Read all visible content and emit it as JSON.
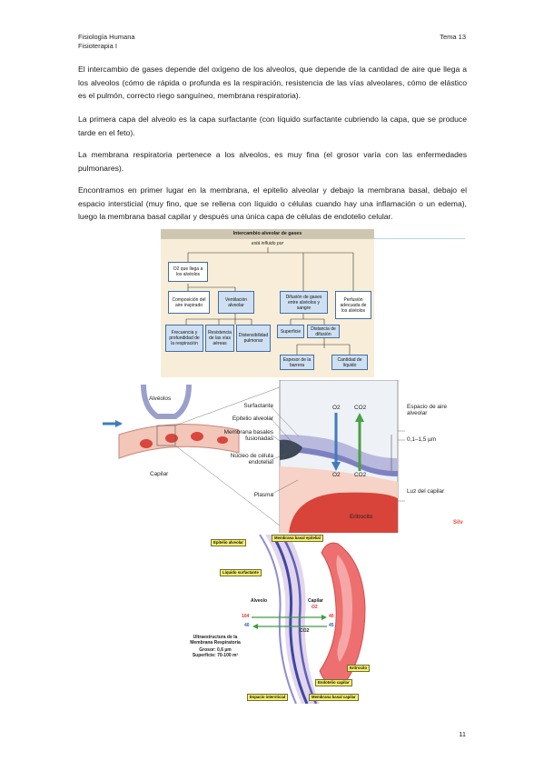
{
  "header": {
    "subject": "Fisiología Humana",
    "course": "Fisioterapia I",
    "topic": "Tema 13"
  },
  "paragraphs": [
    "El intercambio de gases depende del oxígeno de los alveolos, que depende de la cantidad de aire que llega a los alveolos (cómo de rápida o profunda es la respiración, resistencia de las vías alveolares, cómo de elástico es el pulmón, correcto riego sanguíneo, membrana respiratoria).",
    "La primera capa del alveolo es la capa surfactante (con líquido surfactante cubriendo la capa, que se produce tarde en el feto).",
    "La membrana respiratoria pertenece a los alveolos, es muy fina (el grosor varía con las enfermedades pulmonares).",
    "Encontramos en primer lugar en la membrana, el epitelio alveolar y debajo la membrana basal, debajo el espacio intersticial (muy fino, que se rellena con líquido o células cuando hay una inflamación o un edema), luego la membrana basal capilar y después una única capa de células de endotelio celular."
  ],
  "figure1": {
    "title": "Intercambio alveolar de gases",
    "subtitle": "está influido por",
    "boxes": {
      "o2": "O2 que llega a los alvéolos",
      "composicion": "Composición del aire inspirado",
      "ventilacion": "Ventilación alveolar",
      "frecuencia": "Frecuencia y profundidad de la respiración",
      "resistencia": "Resistencia de las vías aéreas",
      "distensibilidad": "Distensibilidad pulmonar",
      "difusion": "Difusión de gases entre alvéolos y sangre",
      "superficie": "Superficie",
      "distancia": "Distancia de difusión",
      "espesor": "Espesor de la barrera",
      "cantidad": "Cantidad de líquido",
      "perfusion": "Perfusión adecuada de los alvéolos"
    }
  },
  "figure2": {
    "alveolos": "Alvéolos",
    "capilar": "Capilar",
    "surfactante": "Surfactante",
    "epitelio": "Epitelio alveolar",
    "membrana": "Membrana basales fusionadas",
    "nucleo": "Núcleo de célula endotelial",
    "plasma": "Plasma",
    "eritrocito": "Eritrocito",
    "espacio_aire": "Espacio de aire alveolar",
    "grosor": "0,1–1,5 µm",
    "luz": "Luz del capilar",
    "o2": "O2",
    "co2": "CO2",
    "watermark": "Silv"
  },
  "figure3": {
    "epitelio": "Epitelio alveolar",
    "membrana_epitelial": "Membrana basal epitelial",
    "liquido": "Líquido surfactante",
    "alveolo": "Alveolo",
    "capilar": "Capilar",
    "o2": "O2",
    "co2": "CO2",
    "v104": "104",
    "v40a": "40",
    "v40b": "40",
    "v45": "45",
    "ultra_title": "Ultraestructura de la Membrana Respiratoria",
    "grosor": "Grosor: 0,6 µm",
    "superficie": "Superficie: 70-100 m²",
    "eritrocito": "Eritrocito",
    "endotelio": "Endotelio capilar",
    "espacio": "Espacio intersticial",
    "membrana_capilar": "Membrana basal capilar"
  },
  "footer": {
    "page": "11"
  }
}
